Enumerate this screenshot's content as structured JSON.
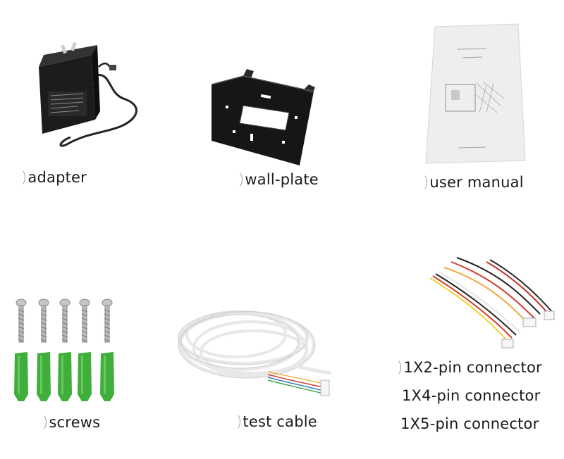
{
  "items": [
    {
      "id": "adapter",
      "label": "adapter"
    },
    {
      "id": "wall-plate",
      "label": "wall-plate"
    },
    {
      "id": "user-manual",
      "label": "user manual"
    },
    {
      "id": "screws",
      "label": "screws"
    },
    {
      "id": "test-cable",
      "label": "test cable"
    }
  ],
  "connectors": [
    {
      "label": "1X2-pin connector"
    },
    {
      "label": "1X4-pin connector"
    },
    {
      "label": "1X5-pin connector"
    }
  ],
  "colors": {
    "background": "#ffffff",
    "adapter_body": "#1c1c1c",
    "plate": "#161616",
    "manual_paper": "#eeeeee",
    "anchor_green": "#3fae3a",
    "screw_metal": "#b8b8b8",
    "cable_white": "#f2f2f2"
  }
}
